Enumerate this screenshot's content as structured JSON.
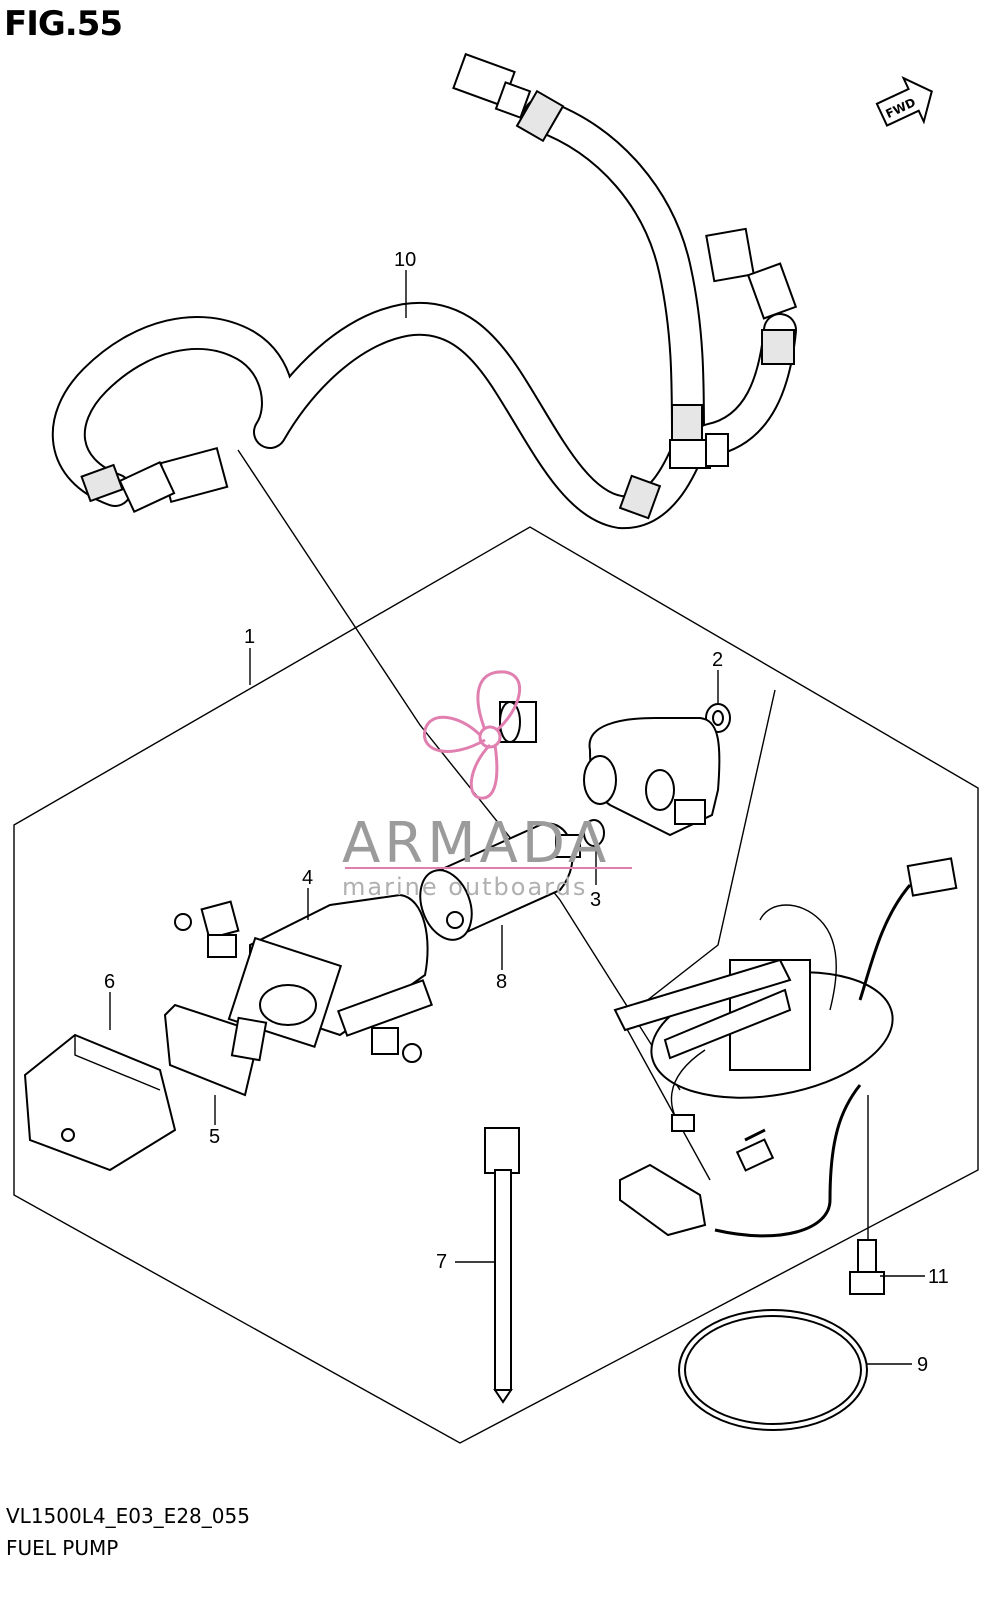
{
  "header": {
    "fig_title": "FIG.55"
  },
  "footer": {
    "code": "VL1500L4_E03_E28_055",
    "name": "FUEL PUMP"
  },
  "fwd_badge": {
    "label": "FWD"
  },
  "watermark": {
    "brand": "ARMADA",
    "tagline": "marine outboards",
    "accent_color": "#e07fb0"
  },
  "callouts": {
    "c1": "1",
    "c2": "2",
    "c3": "3",
    "c4": "4",
    "c5": "5",
    "c6": "6",
    "c7": "7",
    "c8": "8",
    "c9": "9",
    "c10": "10",
    "c11": "11"
  }
}
